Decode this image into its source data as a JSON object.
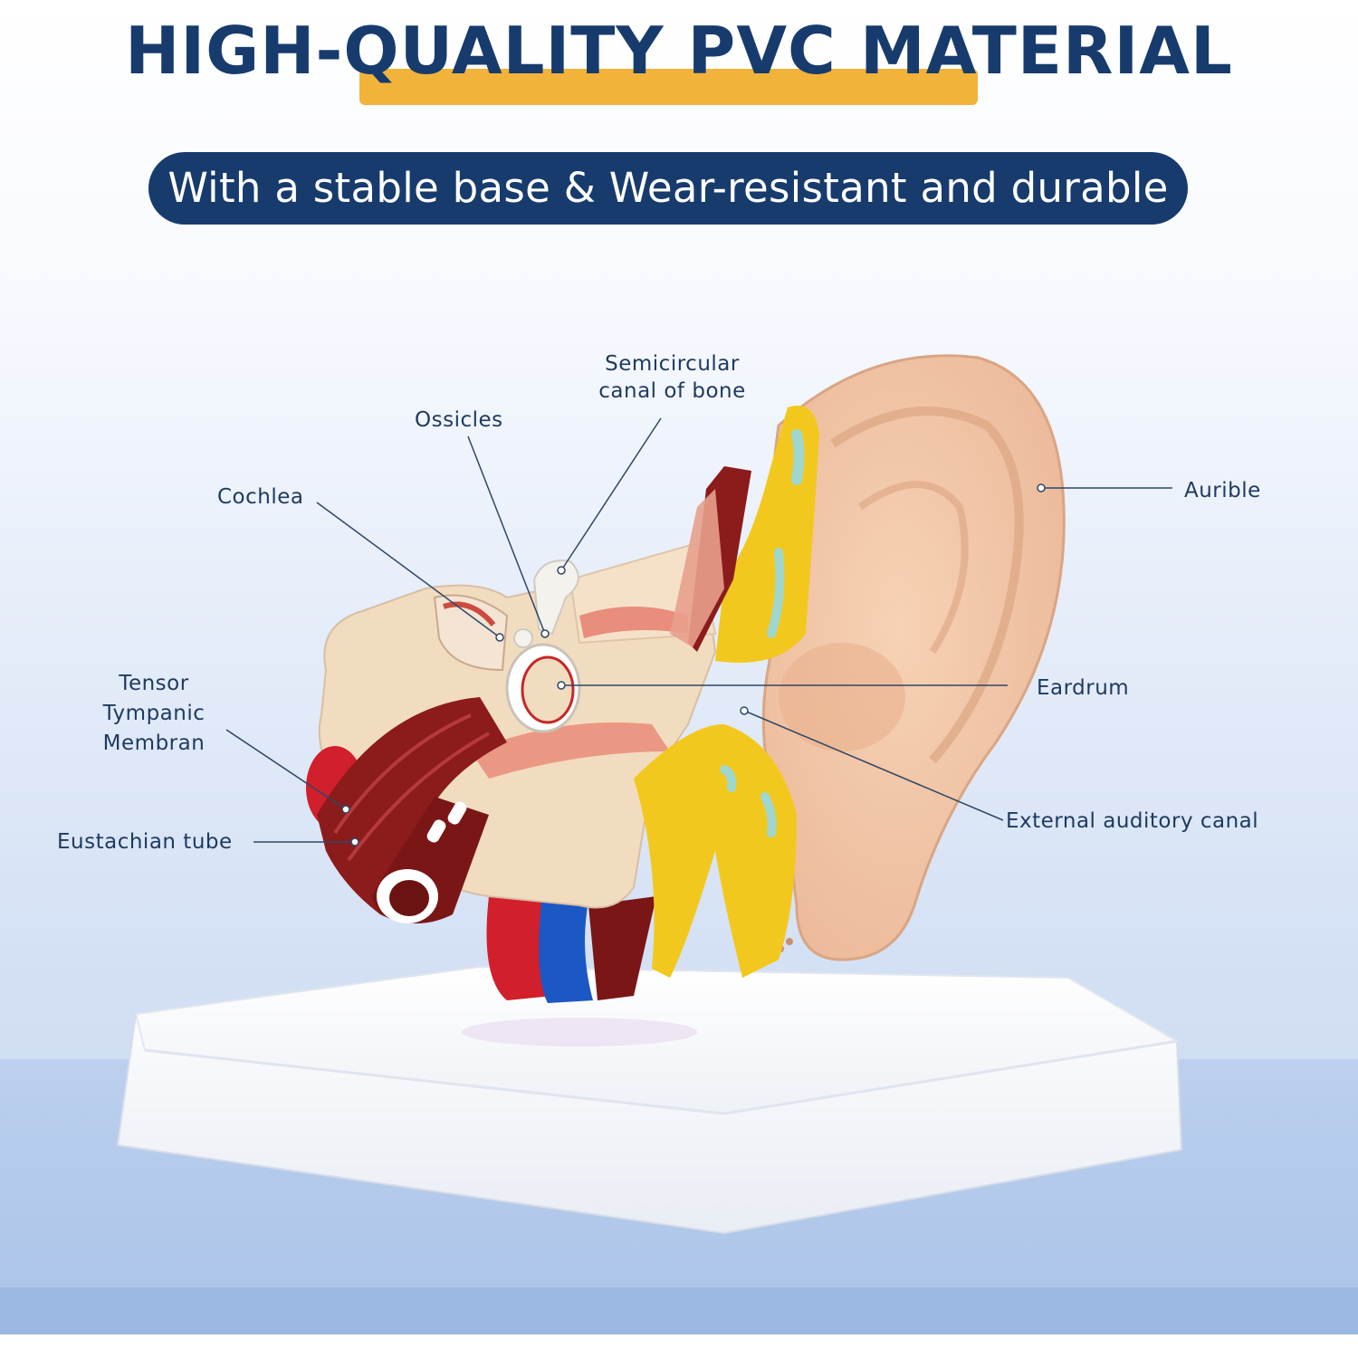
{
  "header": {
    "title": "HIGH-QUALITY PVC MATERIAL",
    "subtitle": "With a stable base & Wear-resistant and durable"
  },
  "labels": {
    "semicircular_line1": "Semicircular",
    "semicircular_line2": "canal of bone",
    "ossicles": "Ossicles",
    "cochlea": "Cochlea",
    "auricle": "Aurible",
    "tensor_line1": "Tensor",
    "tensor_line2": "Tympanic",
    "tensor_line3": "Membran",
    "eardrum": "Eardrum",
    "external_canal": "External auditory canal",
    "eustachian": "Eustachian tube"
  },
  "colors": {
    "title_navy": "#173b6d",
    "underline_orange": "#f2b33a",
    "skin": "#f3c9a8",
    "yellow": "#f2c81e",
    "muscle_red": "#8c1b1b",
    "artery_red": "#d11f2b",
    "vein_blue": "#1b58c4"
  }
}
